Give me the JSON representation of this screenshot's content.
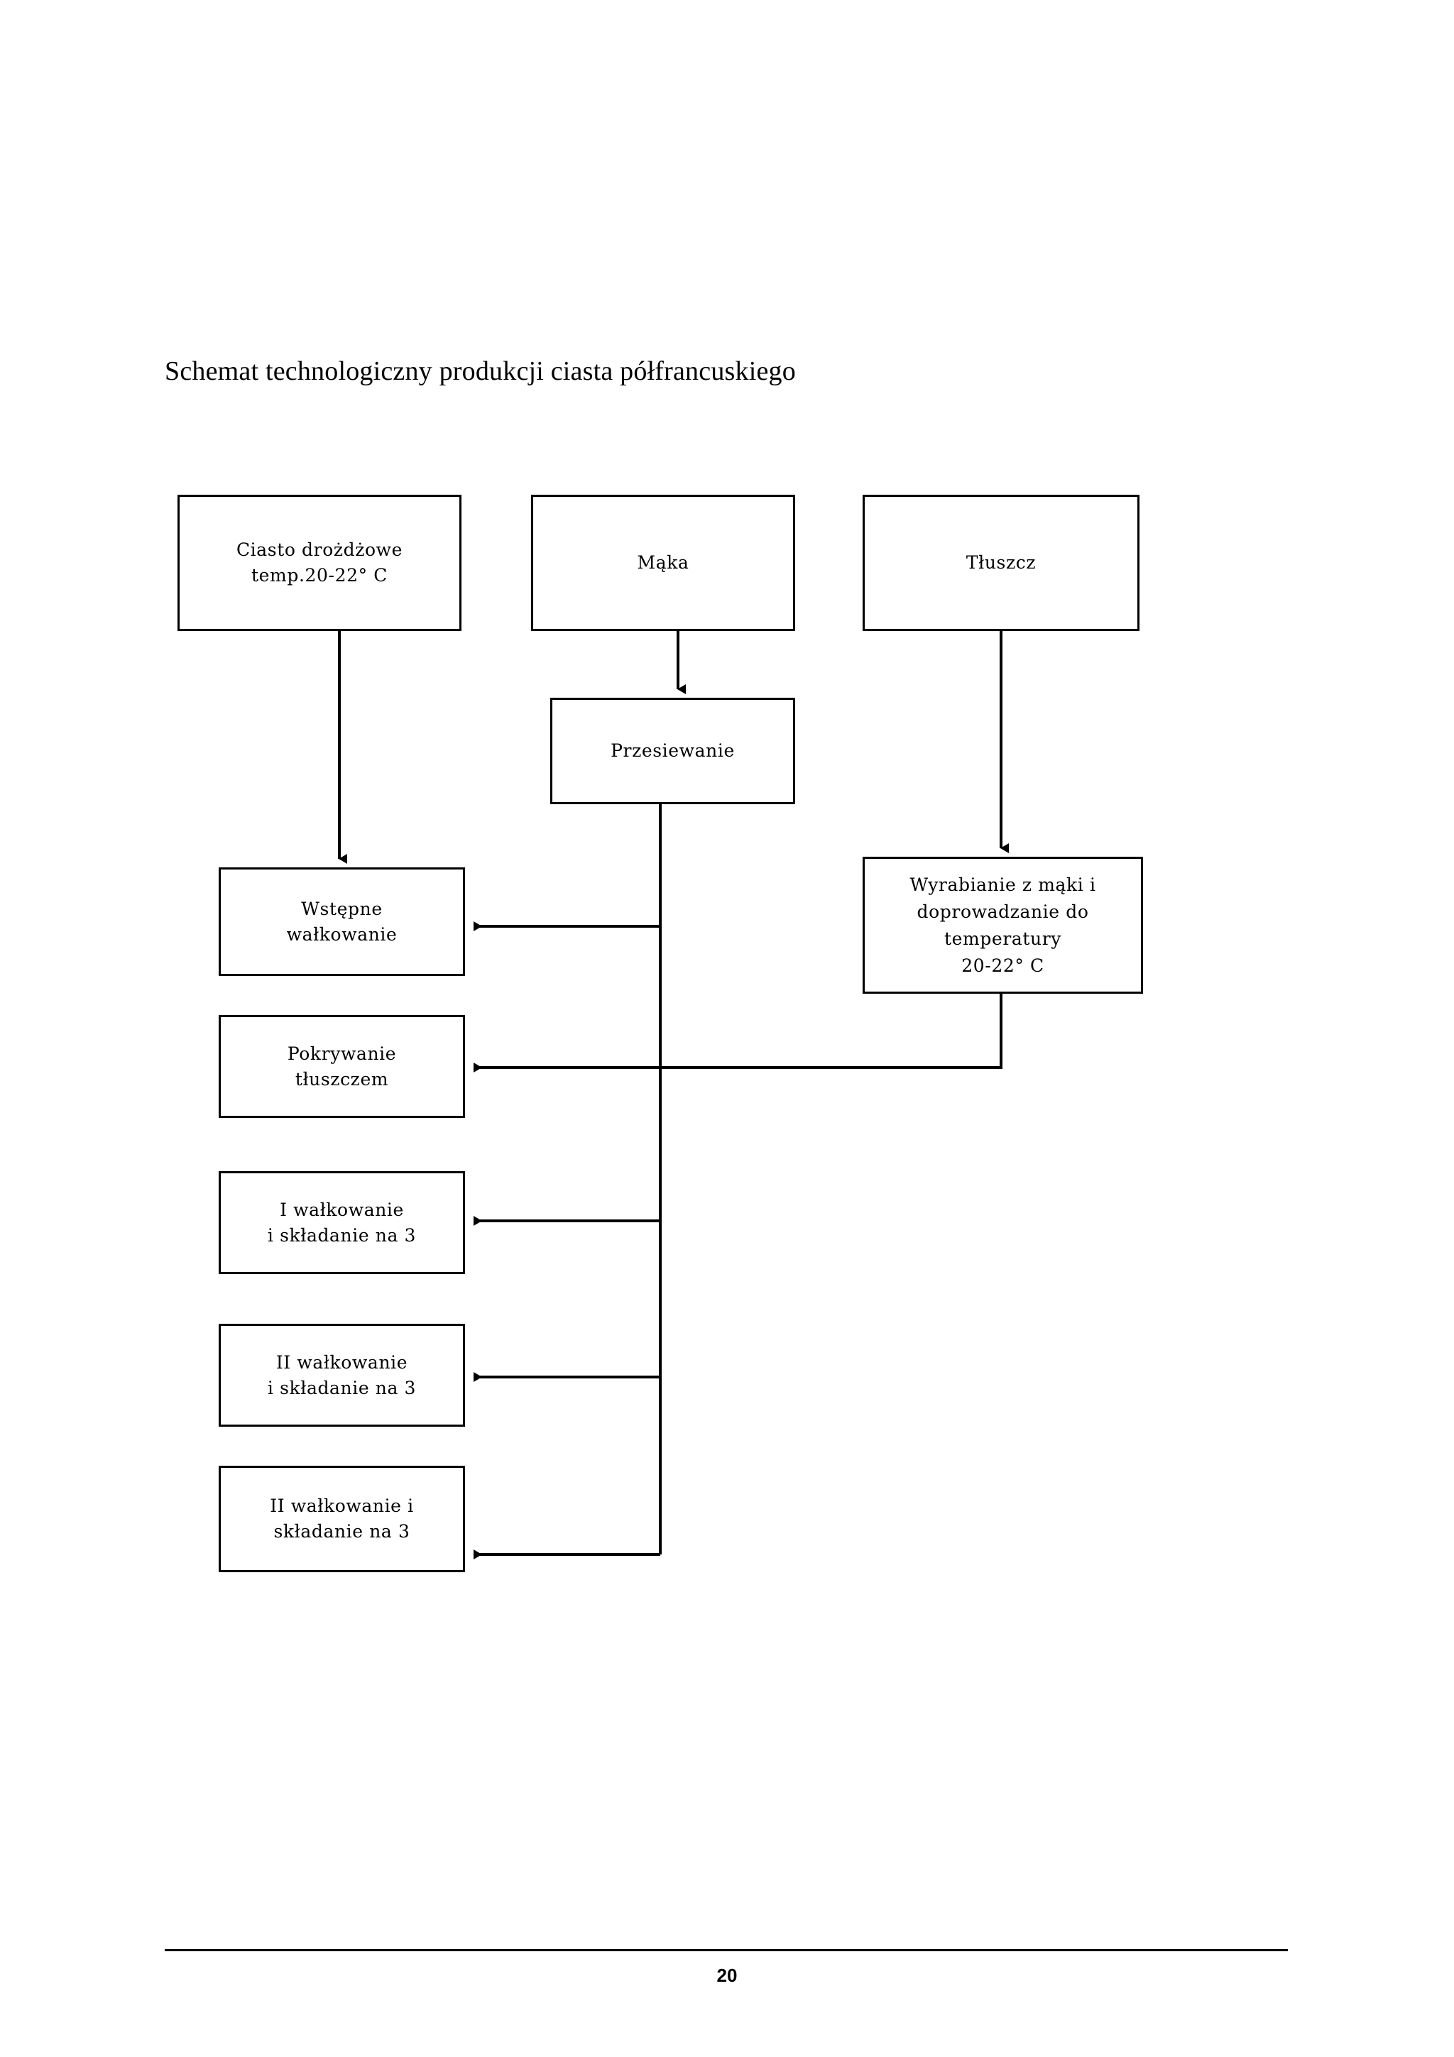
{
  "document": {
    "title": "Schemat technologiczny produkcji ciasta półfrancuskiego",
    "page_number": "20"
  },
  "diagram": {
    "type": "flowchart",
    "nodes": {
      "ciasto": "Ciasto drożdżowe\ntemp.20-22° C",
      "maka": "Mąka",
      "tluszcz": "Tłuszcz",
      "przesiewanie": "Przesiewanie",
      "wyrabianie": "Wyrabianie z mąki i\ndoprowadzanie do\ntemperatury\n20-22° C",
      "wstepne": "Wstępne\nwałkowanie",
      "pokrywanie": "Pokrywanie\ntłuszczem",
      "walkowanie1": "I wałkowanie\ni składanie na 3",
      "walkowanie2": "II wałkowanie\ni składanie na 3",
      "walkowanie3": "II wałkowanie i\nskładanie na 3"
    },
    "edges": [
      {
        "from": "ciasto",
        "to": "wstepne"
      },
      {
        "from": "maka",
        "to": "przesiewanie"
      },
      {
        "from": "tluszcz",
        "to": "wyrabianie"
      },
      {
        "from": "przesiewanie",
        "to": "wstepne"
      },
      {
        "from": "przesiewanie",
        "to": "walkowanie1"
      },
      {
        "from": "przesiewanie",
        "to": "walkowanie2"
      },
      {
        "from": "przesiewanie",
        "to": "walkowanie3"
      },
      {
        "from": "wyrabianie",
        "to": "pokrywanie"
      }
    ],
    "line_color": "#000000",
    "box_fill": "#ffffff"
  }
}
